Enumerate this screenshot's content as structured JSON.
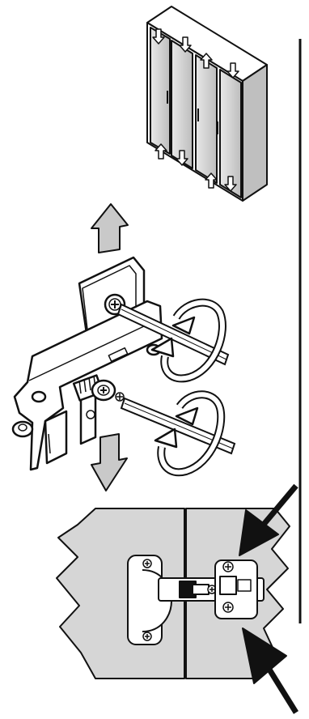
{
  "figure": {
    "type": "assembly-instruction",
    "steps": [
      "cabinet-door-alignment",
      "hinge-screw-adjustment",
      "hinge-mounted-detail"
    ],
    "text": []
  },
  "colors": {
    "ink": "#111111",
    "panel_fill": "#d6d6d6",
    "arrow_fill": "#c9c9c9",
    "metal_fill": "#ffffff",
    "background": "#ffffff"
  },
  "icons": {
    "adjust_up": "arrow-up-icon",
    "adjust_down": "arrow-down-icon",
    "rotate": "rotate-cw-icon",
    "pointer": "pointer-arrow-icon"
  }
}
